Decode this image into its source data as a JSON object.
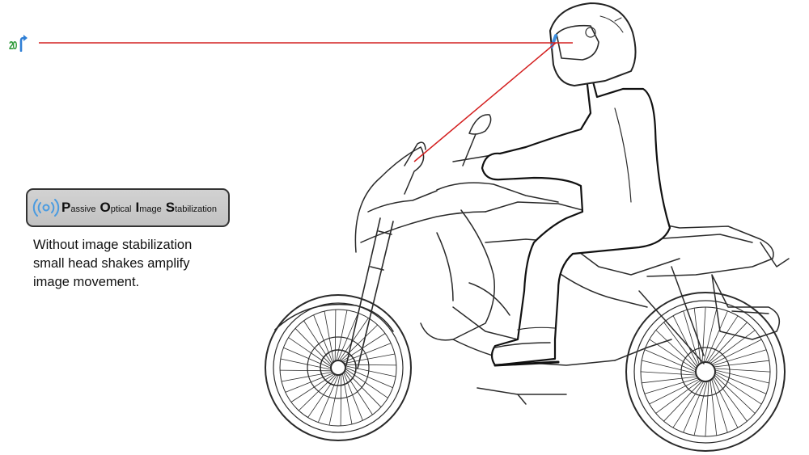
{
  "hud": {
    "speed": "20",
    "icon": "turn-right-arrow-icon",
    "speed_color": "#2e9a3a",
    "arrow_color": "#2f7fd6"
  },
  "badge": {
    "icon": "stabilization-waves-icon",
    "words": [
      {
        "initial": "P",
        "rest": "assive"
      },
      {
        "initial": "O",
        "rest": "ptical"
      },
      {
        "initial": "I",
        "rest": "mage"
      },
      {
        "initial": "S",
        "rest": "tabilization"
      }
    ],
    "wave_color": "#4a9be0"
  },
  "caption": {
    "lines": [
      "Without image stabilization",
      "small head shakes amplify",
      "image movement."
    ]
  },
  "colors": {
    "sight_line": "#d42020",
    "visor_marker": "#3d8fe0",
    "line_art": "#2a2a2a"
  }
}
